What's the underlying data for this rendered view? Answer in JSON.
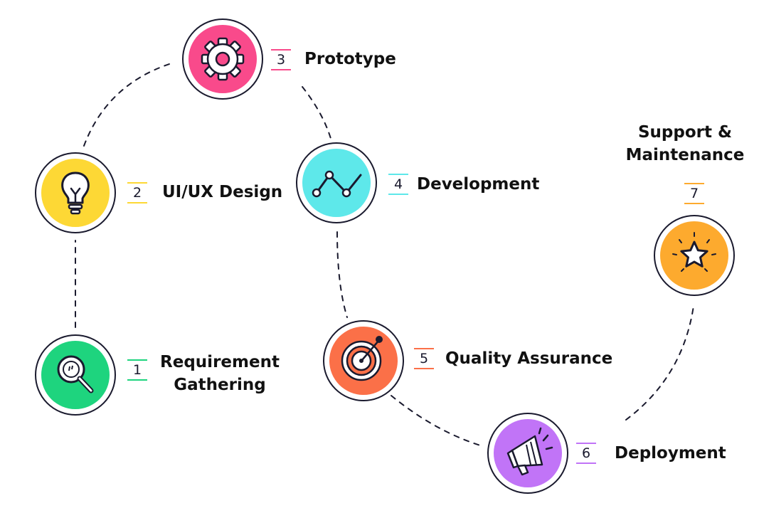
{
  "steps": [
    {
      "number": "1",
      "title_lines": [
        "Requirement",
        "Gathering"
      ],
      "icon": "magnifier-icon",
      "color": "#1ed47e"
    },
    {
      "number": "2",
      "title_lines": [
        "UI/UX Design"
      ],
      "icon": "lightbulb-icon",
      "color": "#fdd835"
    },
    {
      "number": "3",
      "title_lines": [
        "Prototype"
      ],
      "icon": "gear-icon",
      "color": "#f94a8b"
    },
    {
      "number": "4",
      "title_lines": [
        "Development"
      ],
      "icon": "line-graph-icon",
      "color": "#5ee8ea"
    },
    {
      "number": "5",
      "title_lines": [
        "Quality Assurance"
      ],
      "icon": "target-icon",
      "color": "#fb7048"
    },
    {
      "number": "6",
      "title_lines": [
        "Deployment"
      ],
      "icon": "megaphone-icon",
      "color": "#c174f7"
    },
    {
      "number": "7",
      "title_lines": [
        "Support &",
        "Maintenance"
      ],
      "icon": "star-icon",
      "color": "#fdaa2e"
    }
  ],
  "colors": {
    "ring": "#1a1a2e",
    "text": "#111111"
  }
}
